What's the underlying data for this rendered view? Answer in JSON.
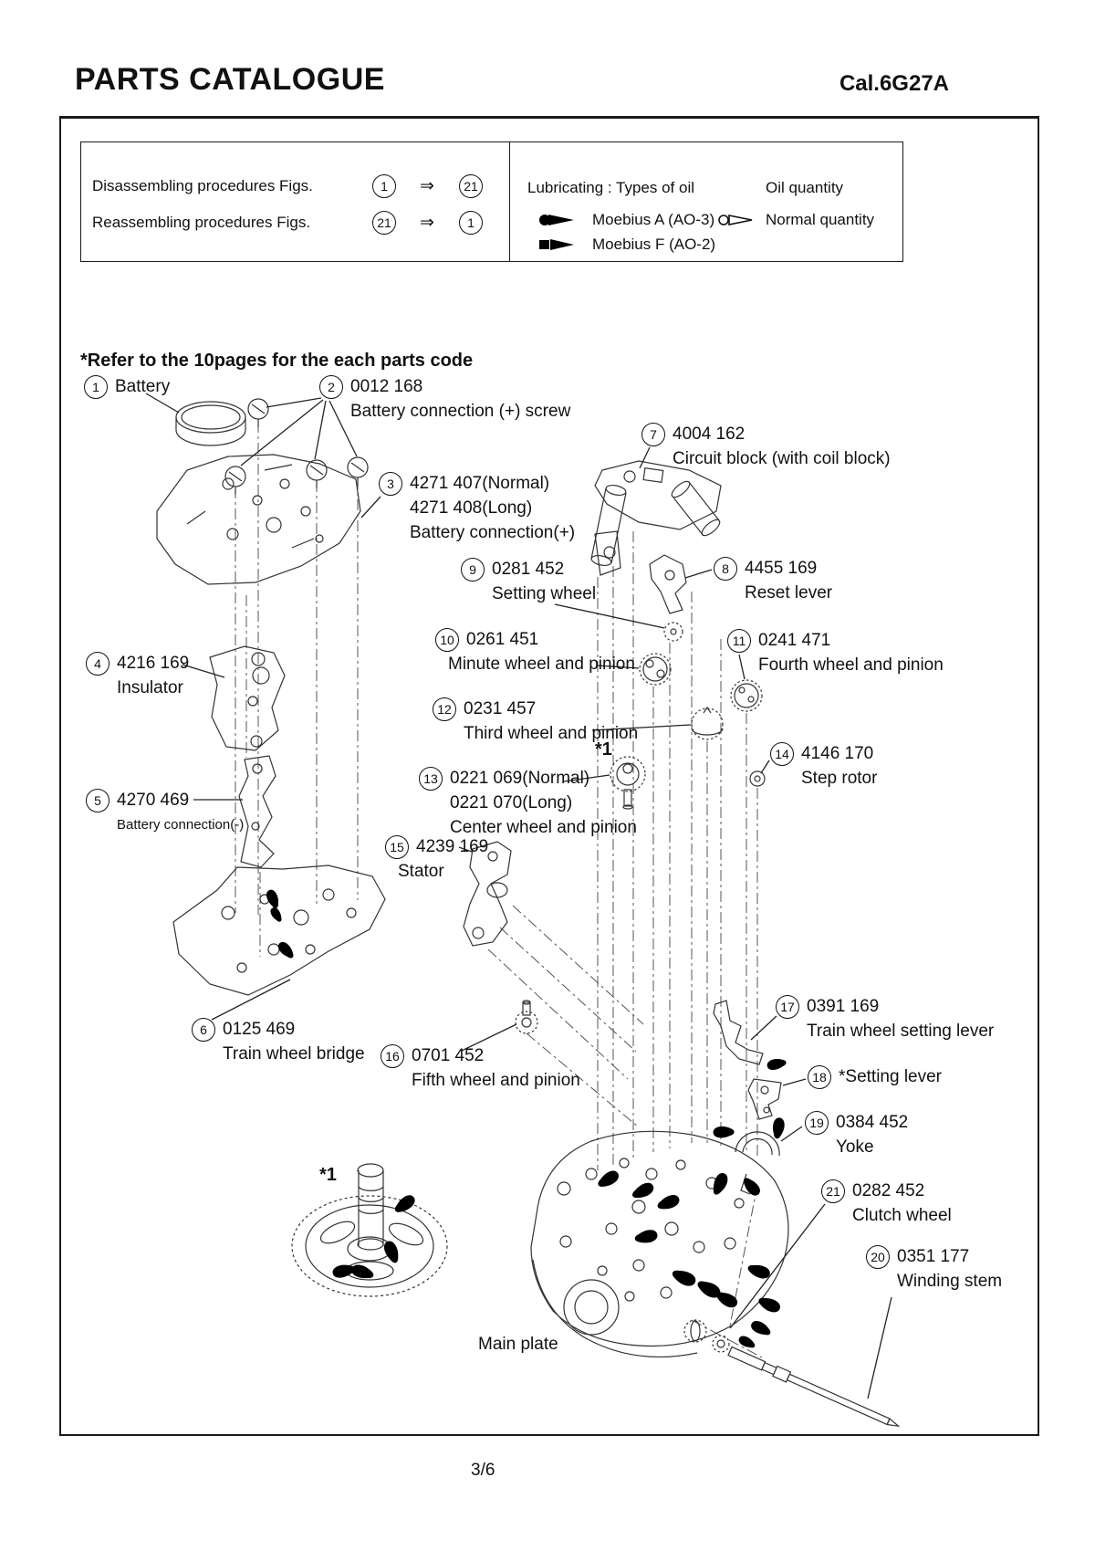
{
  "header": {
    "title": "PARTS CATALOGUE",
    "model": "Cal.6G27A"
  },
  "procedures": {
    "disassembling_label": "Disassembling procedures Figs.",
    "reassembling_label": "Reassembling procedures Figs.",
    "arrow": "⇒",
    "disassembling_from": "1",
    "disassembling_to": "21",
    "reassembling_from": "21",
    "reassembling_to": "1"
  },
  "lubricating": {
    "title": "Lubricating : Types of oil",
    "oil_quantity_label": "Oil quantity",
    "oil_a_name": "Moebius A (AO-3)",
    "oil_f_name": "Moebius F (AO-2)",
    "quantity_value": "Normal quantity"
  },
  "note": "*Refer to the 10pages for the each parts code",
  "parts": [
    {
      "num": "1",
      "lines": [
        "Battery"
      ]
    },
    {
      "num": "2",
      "lines": [
        "0012 168",
        "Battery connection (+) screw"
      ]
    },
    {
      "num": "3",
      "lines": [
        "4271 407(Normal)",
        "4271 408(Long)",
        "Battery connection(+)"
      ]
    },
    {
      "num": "4",
      "lines": [
        "4216 169",
        "Insulator"
      ]
    },
    {
      "num": "5",
      "lines": [
        "4270 469",
        "Battery connection(-)"
      ]
    },
    {
      "num": "6",
      "lines": [
        "0125 469",
        "Train wheel bridge"
      ]
    },
    {
      "num": "7",
      "lines": [
        "4004 162",
        "Circuit block (with coil block)"
      ]
    },
    {
      "num": "8",
      "lines": [
        "4455 169",
        "Reset lever"
      ]
    },
    {
      "num": "9",
      "lines": [
        "0281 452",
        "Setting wheel"
      ]
    },
    {
      "num": "10",
      "lines": [
        "0261 451",
        "Minute wheel and pinion"
      ]
    },
    {
      "num": "11",
      "lines": [
        "0241 471",
        "Fourth wheel and pinion"
      ]
    },
    {
      "num": "12",
      "lines": [
        "0231 457",
        "Third wheel and pinion"
      ]
    },
    {
      "num": "13",
      "lines": [
        "0221 069(Normal)",
        "0221 070(Long)",
        "Center wheel and pinion"
      ]
    },
    {
      "num": "14",
      "lines": [
        "4146 170",
        "Step rotor"
      ]
    },
    {
      "num": "15",
      "lines": [
        "4239 169",
        "Stator"
      ]
    },
    {
      "num": "16",
      "lines": [
        "0701 452",
        "Fifth wheel and pinion"
      ]
    },
    {
      "num": "17",
      "lines": [
        "0391 169",
        "Train wheel setting lever"
      ]
    },
    {
      "num": "18",
      "lines": [
        "*Setting lever"
      ]
    },
    {
      "num": "19",
      "lines": [
        "0384 452",
        "Yoke"
      ]
    },
    {
      "num": "20",
      "lines": [
        "0351 177",
        "Winding stem"
      ]
    },
    {
      "num": "21",
      "lines": [
        "0282 452",
        "Clutch wheel"
      ]
    }
  ],
  "labels": {
    "main_plate": "Main plate",
    "star1": "*1"
  },
  "footer": {
    "page_indicator": "3/6"
  }
}
